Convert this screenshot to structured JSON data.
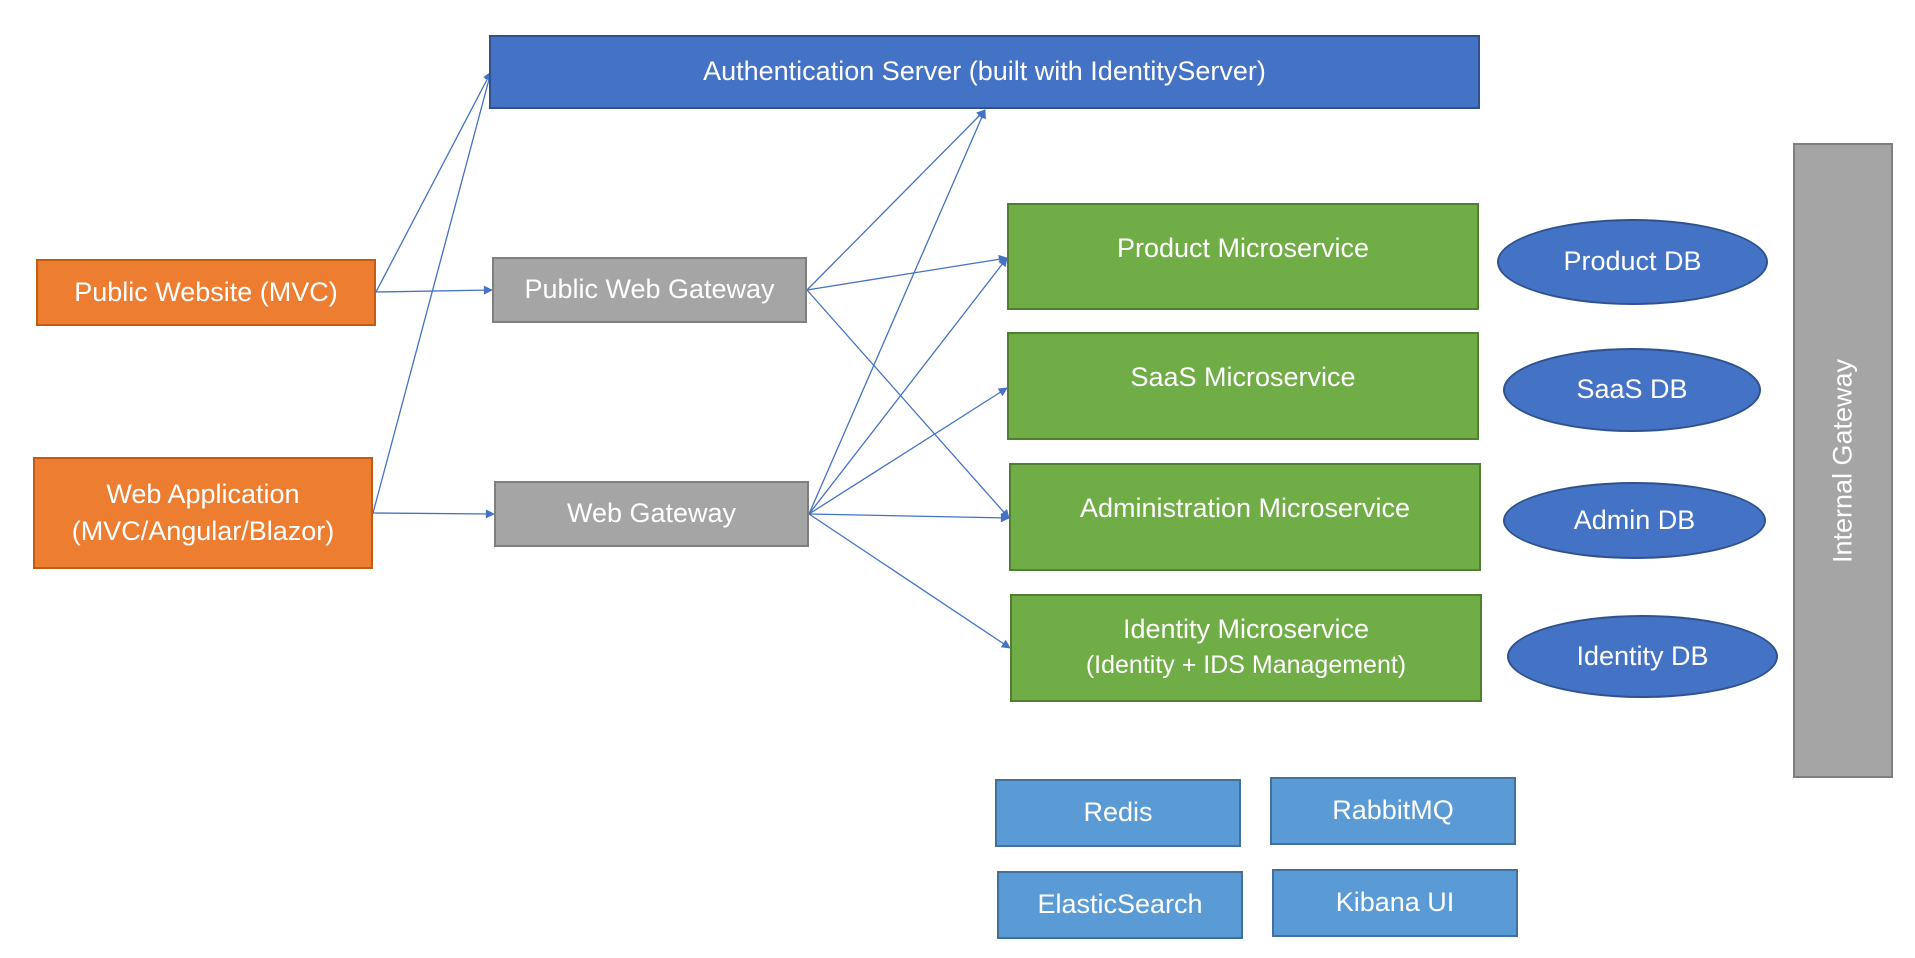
{
  "auth_server": {
    "label": "Authentication Server (built with IdentityServer)"
  },
  "clients": {
    "public_website": {
      "label": "Public Website (MVC)"
    },
    "web_application": {
      "line1": "Web Application",
      "line2": "(MVC/Angular/Blazor)"
    }
  },
  "gateways": {
    "public_web_gateway": {
      "label": "Public Web Gateway"
    },
    "web_gateway": {
      "label": "Web Gateway"
    },
    "internal_gateway": {
      "label": "Internal Gateway"
    }
  },
  "microservices": {
    "product": {
      "label": "Product Microservice"
    },
    "saas": {
      "label": "SaaS Microservice"
    },
    "administration": {
      "label": "Administration Microservice"
    },
    "identity": {
      "line1": "Identity Microservice",
      "line2": "(Identity + IDS Management)"
    }
  },
  "databases": {
    "product": {
      "label": "Product DB"
    },
    "saas": {
      "label": "SaaS DB"
    },
    "admin": {
      "label": "Admin DB"
    },
    "identity": {
      "label": "Identity DB"
    }
  },
  "infrastructure": {
    "redis": {
      "label": "Redis"
    },
    "rabbitmq": {
      "label": "RabbitMQ"
    },
    "elasticsearch": {
      "label": "ElasticSearch"
    },
    "kibana": {
      "label": "Kibana UI"
    }
  },
  "edges": [
    {
      "from": "public_website",
      "to": "auth_server"
    },
    {
      "from": "web_application",
      "to": "auth_server"
    },
    {
      "from": "public_website",
      "to": "public_web_gateway"
    },
    {
      "from": "web_application",
      "to": "web_gateway"
    },
    {
      "from": "public_web_gateway",
      "to": "auth_server"
    },
    {
      "from": "web_gateway",
      "to": "auth_server"
    },
    {
      "from": "public_web_gateway",
      "to": "product_microservice"
    },
    {
      "from": "public_web_gateway",
      "to": "administration_microservice"
    },
    {
      "from": "web_gateway",
      "to": "product_microservice"
    },
    {
      "from": "web_gateway",
      "to": "saas_microservice"
    },
    {
      "from": "web_gateway",
      "to": "administration_microservice"
    },
    {
      "from": "web_gateway",
      "to": "identity_microservice"
    }
  ]
}
